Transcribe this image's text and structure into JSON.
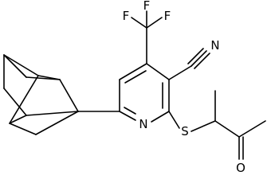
{
  "molecule": {
    "atoms": {
      "f_top": "F",
      "f_left": "F",
      "f_right": "F",
      "n_nitrile": "N",
      "n_ring": "N",
      "s": "S",
      "o": "O"
    }
  }
}
